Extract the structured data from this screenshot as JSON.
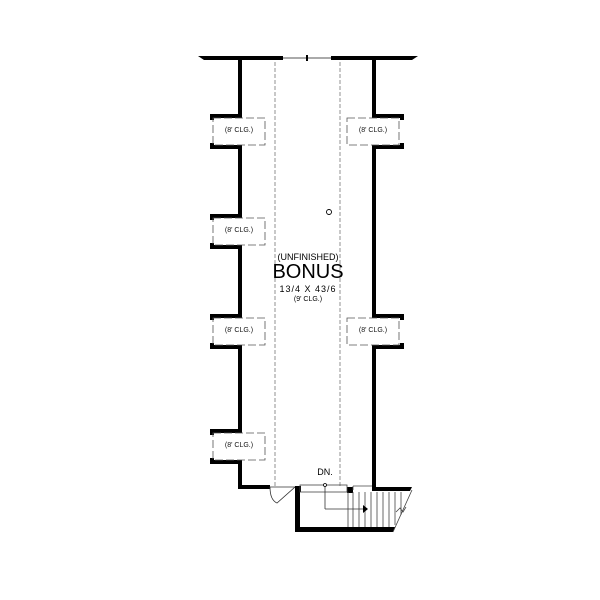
{
  "room": {
    "status": "(UNFINISHED)",
    "name": "BONUS",
    "dimensions": "13/4 X 43/6",
    "ceiling": "(9' CLG.)"
  },
  "dormers": {
    "left": [
      "(8' CLG.)",
      "(8' CLG.)",
      "(8' CLG.)",
      "(8' CLG.)"
    ],
    "right": [
      "(8' CLG.)",
      "(8' CLG.)"
    ]
  },
  "stairs": {
    "label": "DN."
  },
  "colors": {
    "wall": "#000000",
    "line": "#555555"
  }
}
